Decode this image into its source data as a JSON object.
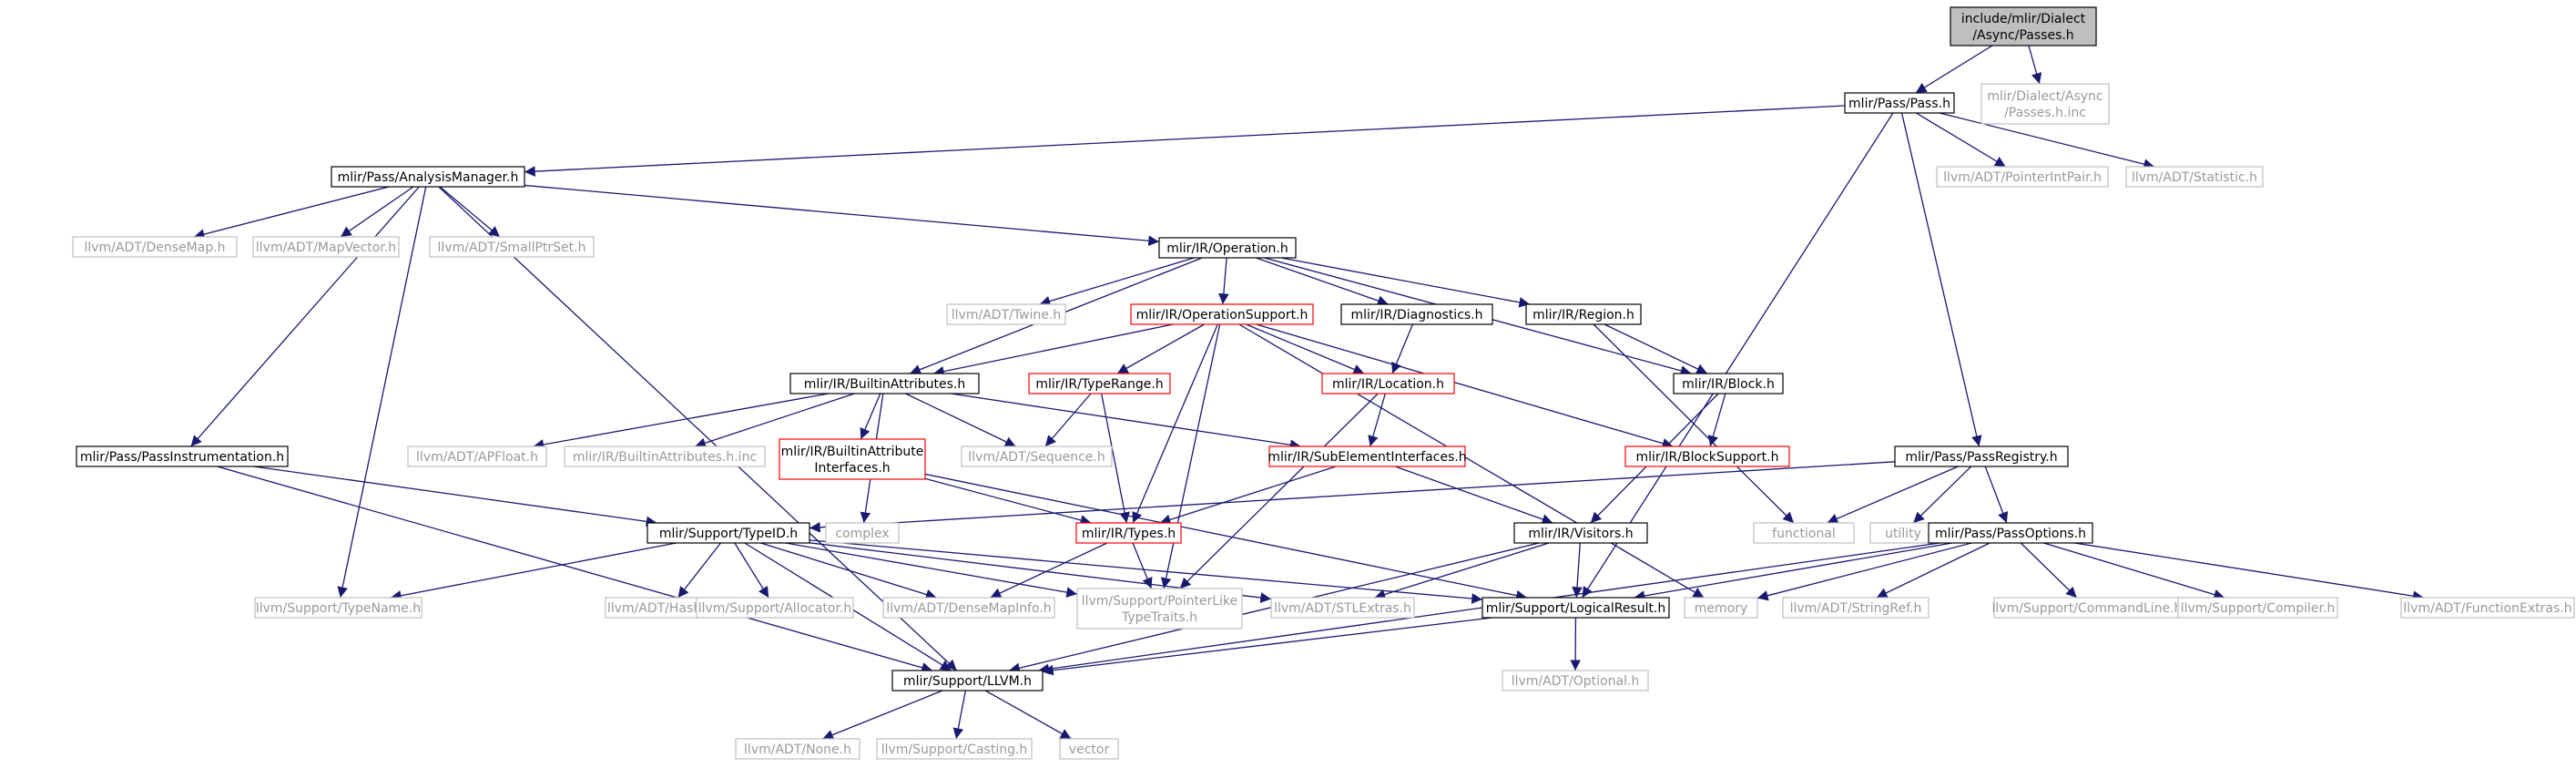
{
  "graph": {
    "nodes": [
      {
        "id": "root",
        "label": [
          "include/mlir/Dialect",
          "/Async/Passes.h"
        ],
        "style": "root"
      },
      {
        "id": "pass",
        "label": [
          "mlir/Pass/Pass.h"
        ],
        "style": "normal"
      },
      {
        "id": "passes_inc",
        "label": [
          "mlir/Dialect/Async",
          "/Passes.h.inc"
        ],
        "style": "external"
      },
      {
        "id": "analysis",
        "label": [
          "mlir/Pass/AnalysisManager.h"
        ],
        "style": "normal"
      },
      {
        "id": "pointerintpair",
        "label": [
          "llvm/ADT/PointerIntPair.h"
        ],
        "style": "external"
      },
      {
        "id": "statistic",
        "label": [
          "llvm/ADT/Statistic.h"
        ],
        "style": "external"
      },
      {
        "id": "densemap",
        "label": [
          "llvm/ADT/DenseMap.h"
        ],
        "style": "external"
      },
      {
        "id": "mapvector",
        "label": [
          "llvm/ADT/MapVector.h"
        ],
        "style": "external"
      },
      {
        "id": "smallptrset",
        "label": [
          "llvm/ADT/SmallPtrSet.h"
        ],
        "style": "external"
      },
      {
        "id": "operation",
        "label": [
          "mlir/IR/Operation.h"
        ],
        "style": "normal"
      },
      {
        "id": "twine",
        "label": [
          "llvm/ADT/Twine.h"
        ],
        "style": "external"
      },
      {
        "id": "opsupport",
        "label": [
          "mlir/IR/OperationSupport.h"
        ],
        "style": "truncated"
      },
      {
        "id": "diagnostics",
        "label": [
          "mlir/IR/Diagnostics.h"
        ],
        "style": "normal"
      },
      {
        "id": "region",
        "label": [
          "mlir/IR/Region.h"
        ],
        "style": "normal"
      },
      {
        "id": "builtinattrs",
        "label": [
          "mlir/IR/BuiltinAttributes.h"
        ],
        "style": "normal"
      },
      {
        "id": "typerange",
        "label": [
          "mlir/IR/TypeRange.h"
        ],
        "style": "truncated"
      },
      {
        "id": "location",
        "label": [
          "mlir/IR/Location.h"
        ],
        "style": "truncated"
      },
      {
        "id": "block",
        "label": [
          "mlir/IR/Block.h"
        ],
        "style": "normal"
      },
      {
        "id": "passinstr",
        "label": [
          "mlir/Pass/PassInstrumentation.h"
        ],
        "style": "normal"
      },
      {
        "id": "apfloat",
        "label": [
          "llvm/ADT/APFloat.h"
        ],
        "style": "external"
      },
      {
        "id": "builtinattrs_inc",
        "label": [
          "mlir/IR/BuiltinAttributes.h.inc"
        ],
        "style": "external"
      },
      {
        "id": "builtinattrif",
        "label": [
          "mlir/IR/BuiltinAttribute",
          "Interfaces.h"
        ],
        "style": "truncated"
      },
      {
        "id": "sequence",
        "label": [
          "llvm/ADT/Sequence.h"
        ],
        "style": "external"
      },
      {
        "id": "subelem",
        "label": [
          "mlir/IR/SubElementInterfaces.h"
        ],
        "style": "truncated"
      },
      {
        "id": "blocksupport",
        "label": [
          "mlir/IR/BlockSupport.h"
        ],
        "style": "truncated"
      },
      {
        "id": "passregistry",
        "label": [
          "mlir/Pass/PassRegistry.h"
        ],
        "style": "normal"
      },
      {
        "id": "complex",
        "label": [
          "complex"
        ],
        "style": "external"
      },
      {
        "id": "typeid",
        "label": [
          "mlir/Support/TypeID.h"
        ],
        "style": "normal"
      },
      {
        "id": "types",
        "label": [
          "mlir/IR/Types.h"
        ],
        "style": "truncated"
      },
      {
        "id": "visitors",
        "label": [
          "mlir/IR/Visitors.h"
        ],
        "style": "normal"
      },
      {
        "id": "functional",
        "label": [
          "functional"
        ],
        "style": "external"
      },
      {
        "id": "utility",
        "label": [
          "utility"
        ],
        "style": "external"
      },
      {
        "id": "passoptions",
        "label": [
          "mlir/Pass/PassOptions.h"
        ],
        "style": "normal"
      },
      {
        "id": "typename",
        "label": [
          "llvm/Support/TypeName.h"
        ],
        "style": "external"
      },
      {
        "id": "hashing",
        "label": [
          "llvm/ADT/Hashing.h"
        ],
        "style": "external"
      },
      {
        "id": "allocator",
        "label": [
          "llvm/Support/Allocator.h"
        ],
        "style": "external"
      },
      {
        "id": "densemapinfo",
        "label": [
          "llvm/ADT/DenseMapInfo.h"
        ],
        "style": "external"
      },
      {
        "id": "ptrliketypetraits",
        "label": [
          "llvm/Support/PointerLike",
          "TypeTraits.h"
        ],
        "style": "external"
      },
      {
        "id": "stlextras",
        "label": [
          "llvm/ADT/STLExtras.h"
        ],
        "style": "external"
      },
      {
        "id": "logicalresult",
        "label": [
          "mlir/Support/LogicalResult.h"
        ],
        "style": "normal"
      },
      {
        "id": "memory",
        "label": [
          "memory"
        ],
        "style": "external"
      },
      {
        "id": "stringref",
        "label": [
          "llvm/ADT/StringRef.h"
        ],
        "style": "external"
      },
      {
        "id": "commandline",
        "label": [
          "llvm/Support/CommandLine.h"
        ],
        "style": "external"
      },
      {
        "id": "compiler",
        "label": [
          "llvm/Support/Compiler.h"
        ],
        "style": "external"
      },
      {
        "id": "functionextras",
        "label": [
          "llvm/ADT/FunctionExtras.h"
        ],
        "style": "external"
      },
      {
        "id": "optional",
        "label": [
          "llvm/ADT/Optional.h"
        ],
        "style": "external"
      },
      {
        "id": "llvm",
        "label": [
          "mlir/Support/LLVM.h"
        ],
        "style": "normal"
      },
      {
        "id": "none",
        "label": [
          "llvm/ADT/None.h"
        ],
        "style": "external"
      },
      {
        "id": "casting",
        "label": [
          "llvm/Support/Casting.h"
        ],
        "style": "external"
      },
      {
        "id": "vector",
        "label": [
          "vector"
        ],
        "style": "external"
      }
    ],
    "edges": [
      [
        "root",
        "pass"
      ],
      [
        "root",
        "passes_inc"
      ],
      [
        "pass",
        "analysis"
      ],
      [
        "pass",
        "pointerintpair"
      ],
      [
        "pass",
        "statistic"
      ],
      [
        "pass",
        "passregistry"
      ],
      [
        "pass",
        "logicalresult"
      ],
      [
        "analysis",
        "densemap"
      ],
      [
        "analysis",
        "mapvector"
      ],
      [
        "analysis",
        "smallptrset"
      ],
      [
        "analysis",
        "operation"
      ],
      [
        "analysis",
        "passinstr"
      ],
      [
        "analysis",
        "typename"
      ],
      [
        "analysis",
        "llvm"
      ],
      [
        "operation",
        "twine"
      ],
      [
        "operation",
        "opsupport"
      ],
      [
        "operation",
        "diagnostics"
      ],
      [
        "operation",
        "region"
      ],
      [
        "operation",
        "block"
      ],
      [
        "operation",
        "builtinattrs"
      ],
      [
        "opsupport",
        "builtinattrs"
      ],
      [
        "opsupport",
        "typerange"
      ],
      [
        "opsupport",
        "location"
      ],
      [
        "opsupport",
        "blocksupport"
      ],
      [
        "opsupport",
        "types"
      ],
      [
        "opsupport",
        "ptrliketypetraits"
      ],
      [
        "opsupport",
        "memory"
      ],
      [
        "diagnostics",
        "location"
      ],
      [
        "region",
        "block"
      ],
      [
        "region",
        "functional"
      ],
      [
        "builtinattrs",
        "apfloat"
      ],
      [
        "builtinattrs",
        "builtinattrs_inc"
      ],
      [
        "builtinattrs",
        "builtinattrif"
      ],
      [
        "builtinattrs",
        "sequence"
      ],
      [
        "builtinattrs",
        "subelem"
      ],
      [
        "builtinattrs",
        "complex"
      ],
      [
        "typerange",
        "sequence"
      ],
      [
        "typerange",
        "types"
      ],
      [
        "location",
        "subelem"
      ],
      [
        "location",
        "ptrliketypetraits"
      ],
      [
        "block",
        "blocksupport"
      ],
      [
        "block",
        "visitors"
      ],
      [
        "passinstr",
        "typeid"
      ],
      [
        "passinstr",
        "llvm"
      ],
      [
        "builtinattrif",
        "types"
      ],
      [
        "builtinattrif",
        "logicalresult"
      ],
      [
        "subelem",
        "types"
      ],
      [
        "subelem",
        "visitors"
      ],
      [
        "passregistry",
        "typeid"
      ],
      [
        "passregistry",
        "functional"
      ],
      [
        "passregistry",
        "utility"
      ],
      [
        "passregistry",
        "passoptions"
      ],
      [
        "typeid",
        "typename"
      ],
      [
        "typeid",
        "hashing"
      ],
      [
        "typeid",
        "allocator"
      ],
      [
        "typeid",
        "densemapinfo"
      ],
      [
        "typeid",
        "ptrliketypetraits"
      ],
      [
        "typeid",
        "stlextras"
      ],
      [
        "typeid",
        "logicalresult"
      ],
      [
        "typeid",
        "llvm"
      ],
      [
        "types",
        "densemapinfo"
      ],
      [
        "types",
        "ptrliketypetraits"
      ],
      [
        "visitors",
        "stlextras"
      ],
      [
        "visitors",
        "logicalresult"
      ],
      [
        "visitors",
        "llvm"
      ],
      [
        "passoptions",
        "logicalresult"
      ],
      [
        "passoptions",
        "memory"
      ],
      [
        "passoptions",
        "stringref"
      ],
      [
        "passoptions",
        "commandline"
      ],
      [
        "passoptions",
        "compiler"
      ],
      [
        "passoptions",
        "functionextras"
      ],
      [
        "passoptions",
        "llvm"
      ],
      [
        "logicalresult",
        "optional"
      ],
      [
        "logicalresult",
        "llvm"
      ],
      [
        "llvm",
        "none"
      ],
      [
        "llvm",
        "casting"
      ],
      [
        "llvm",
        "vector"
      ]
    ]
  },
  "colors": {
    "edge": "#191970",
    "root_fill": "#bfbfbf",
    "normal_border": "#000000",
    "truncated_border": "#ff0000",
    "external_border": "#bfbfbf",
    "external_text": "#999999",
    "text": "#000000"
  }
}
